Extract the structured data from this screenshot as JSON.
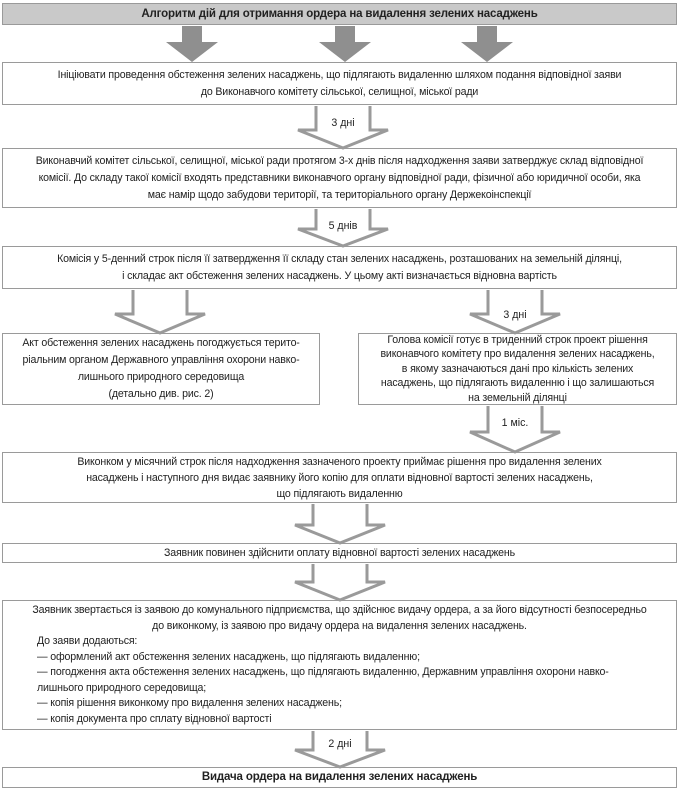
{
  "title": "Алгоритм дій для отримання ордера на видалення зелених насаджень",
  "steps": {
    "initiate": [
      "Ініціювати проведення обстеження зелених насаджень, що підлягають видаленню шляхом подання відповідної заяви",
      "до Виконавчого комітету сільської, селищної, міської ради"
    ],
    "committee": [
      "Виконавчий комітет сільської, селищної, міської ради протягом 3-х днів після надходження заяви затверджує склад відповідної",
      "комісії. До складу такої комісії входять представники виконавчого органу відповідної ради, фізичної або юридичної особи, яка",
      "має намір щодо забудови території, та територіального органу Держекоінспекції"
    ],
    "commission": [
      "Комісія у 5-денний строк після її затвердження її складу стан зелених насаджень, розташованих на земельній ділянці,",
      "і складає акт обстеження зелених насаджень. У цьому акті визначається відновна вартість"
    ],
    "approval": [
      "Акт обстеження зелених насаджень погоджується терито-",
      "ріальним органом Державного управління охорони навко-",
      "лишнього природного середовища",
      "(детально див. рис. 2)"
    ],
    "draft": [
      "Голова комісії готує в триденний строк проект рішення",
      "виконавчого комітету про видалення зелених насаджень,",
      "в якому зазначаються дані про кількість зелених",
      "насаджень, що підлягають видаленню і що залишаються",
      "на земельній ділянці"
    ],
    "decision": [
      "Виконком у місячний строк після надходження зазначеного проекту приймає рішення про видалення зелених",
      "насаджень і наступного дня видає заявнику його копію для оплати відновної вартості зелених насаджень,",
      "що підлягають видаленню"
    ],
    "payment": "Заявник повинен здійснити оплату відновної вартості зелених насаджень",
    "application": {
      "lines": [
        "Заявник звертається із заявою до комунального підприємства, що здійснює видачу ордера, а за його відсутності безпосередньо",
        "до виконкому, із заявою про видачу ордера на видалення зелених насаджень."
      ],
      "attach_heading": "До заяви додаються:",
      "attachments": [
        "— оформлений акт обстеження зелених насаджень, що підлягають видаленню;",
        "— погодження акта обстеження зелених насаджень, що підлягають видаленню, Державним управління охорони навко-",
        "лишнього природного середовища;",
        "— копія рішення виконкому про видалення зелених насаджень;",
        "— копія документа про сплату відновної вартості"
      ]
    },
    "final": "Видача ордера на видалення зелених насаджень"
  },
  "arrow_labels": {
    "a1": "3 дні",
    "a2": "5 днів",
    "a_right": "3 дні",
    "a_month": "1 міс.",
    "a_last": "2 дні"
  },
  "colors": {
    "border": "#9a9a9a",
    "title_fill": "#c9c9c9",
    "solid_arrow": "#8f8f8f"
  }
}
